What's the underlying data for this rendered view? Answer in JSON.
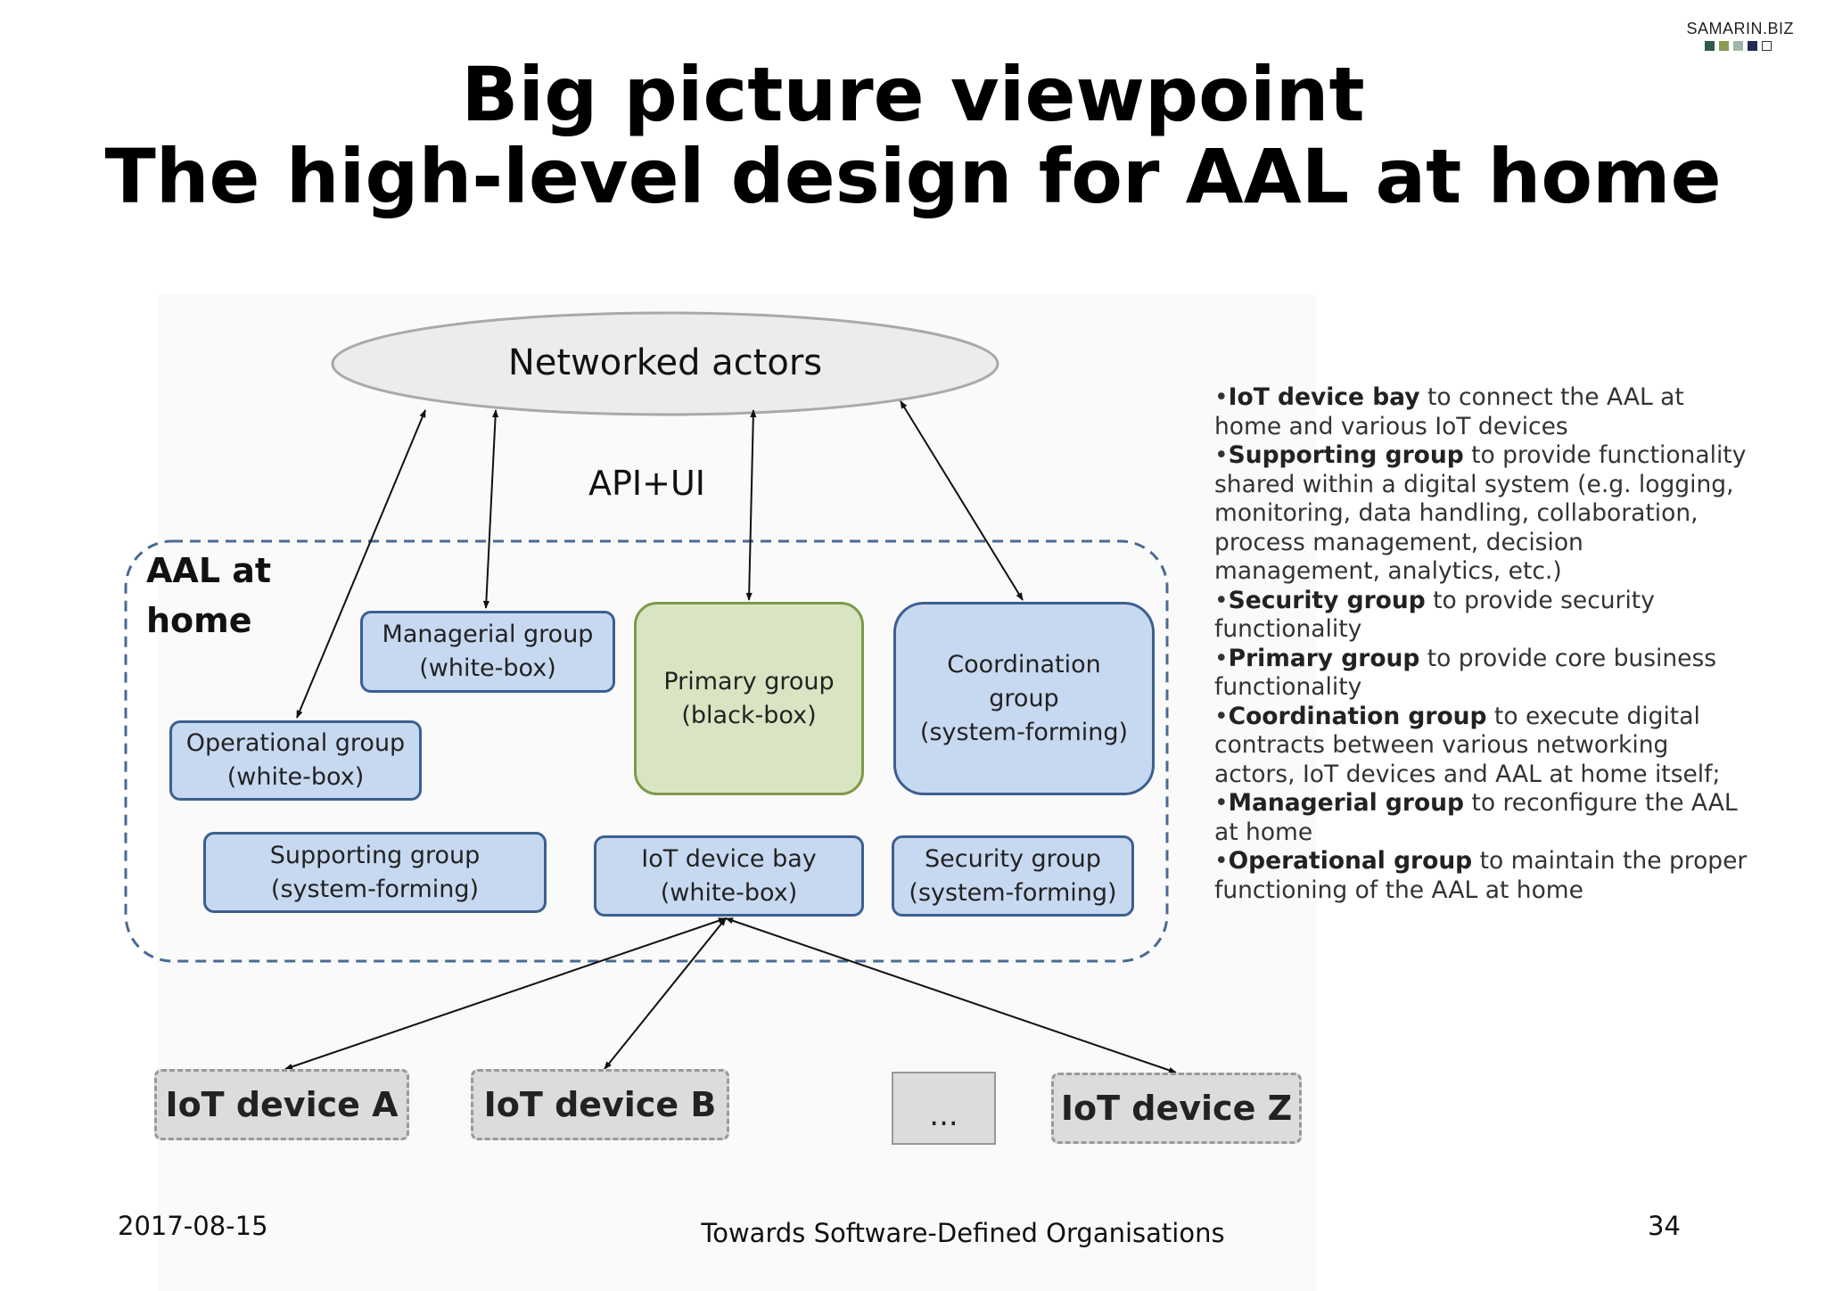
{
  "slide": {
    "brand": "SAMARIN.BIZ",
    "brand_colors": [
      "#2f5b4a",
      "#8a9a52",
      "#9fb7a9",
      "#242a55",
      "#ffffff"
    ],
    "title_line1": "Big picture viewpoint",
    "title_line2": "The high-level design for AAL at home"
  },
  "diagram": {
    "top_node": "Networked actors",
    "interface_label": "API+UI",
    "frame_label_line1": "AAL at",
    "frame_label_line2": "home",
    "groups": {
      "managerial": [
        "Managerial group",
        "(white-box)"
      ],
      "primary": [
        "Primary group",
        "(black-box)"
      ],
      "coordination": [
        "Coordination",
        "group",
        "(system-forming)"
      ],
      "operational": [
        "Operational group",
        "(white-box)"
      ],
      "supporting": [
        "Supporting group",
        "(system-forming)"
      ],
      "iot_bay": [
        "IoT device bay",
        "(white-box)"
      ],
      "security": [
        "Security group",
        "(system-forming)"
      ]
    },
    "devices": [
      "IoT device A",
      "IoT device B",
      "...",
      "IoT device Z"
    ]
  },
  "notes": [
    {
      "bold": "IoT device bay",
      "text": " to connect the AAL at home and various IoT devices"
    },
    {
      "bold": "Supporting group",
      "text": " to provide functionality shared within a digital system (e.g. logging, monitoring, data handling, collaboration, process management, decision management, analytics, etc.)"
    },
    {
      "bold": "Security group",
      "text": " to provide security functionality"
    },
    {
      "bold": "Primary group",
      "text": " to provide core business functionality"
    },
    {
      "bold": "Coordination group",
      "text": " to execute digital contracts between various networking actors, IoT devices and AAL at home itself;"
    },
    {
      "bold": "Managerial group",
      "text": " to reconfigure the AAL at home"
    },
    {
      "bold": "Operational group",
      "text": " to maintain the proper functioning of the AAL at home"
    }
  ],
  "footer": {
    "date": "2017-08-15",
    "center": "Towards Software-Defined Organisations",
    "page": "34"
  }
}
